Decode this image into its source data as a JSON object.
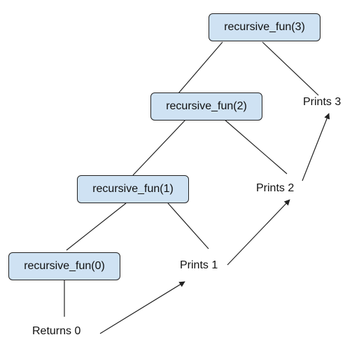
{
  "nodes": [
    {
      "id": "n3",
      "text": "recursive_fun(3)"
    },
    {
      "id": "n2",
      "text": "recursive_fun(2)"
    },
    {
      "id": "n1",
      "text": "recursive_fun(1)"
    },
    {
      "id": "n0",
      "text": "recursive_fun(0)"
    }
  ],
  "labels": [
    {
      "id": "p3",
      "text": "Prints 3"
    },
    {
      "id": "p2",
      "text": "Prints 2"
    },
    {
      "id": "p1",
      "text": "Prints 1"
    },
    {
      "id": "r0",
      "text": "Returns 0"
    }
  ],
  "colors": {
    "box_fill": "#cfe2f3",
    "stroke": "#222222"
  }
}
